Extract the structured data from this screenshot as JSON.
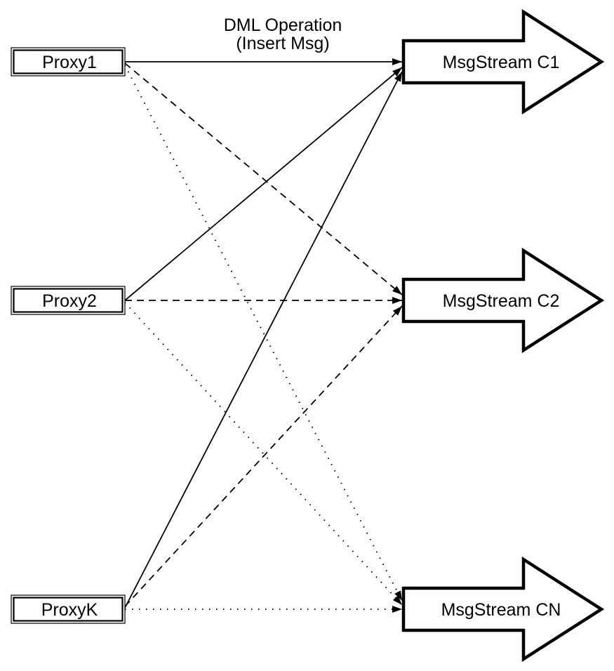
{
  "diagram": {
    "title": {
      "line1": "DML Operation",
      "line2": "(Insert Msg)"
    },
    "proxies": [
      {
        "label": "Proxy1"
      },
      {
        "label": "Proxy2"
      },
      {
        "label": "ProxyK"
      }
    ],
    "streams": [
      {
        "label": "MsgStream C1"
      },
      {
        "label": "MsgStream C2"
      },
      {
        "label": "MsgStream CN"
      }
    ],
    "edges": [
      {
        "from": "Proxy1",
        "to": "MsgStream C1",
        "line_style": "solid"
      },
      {
        "from": "Proxy1",
        "to": "MsgStream C2",
        "line_style": "dashed"
      },
      {
        "from": "Proxy1",
        "to": "MsgStream CN",
        "line_style": "dotted"
      },
      {
        "from": "Proxy2",
        "to": "MsgStream C1",
        "line_style": "solid"
      },
      {
        "from": "Proxy2",
        "to": "MsgStream C2",
        "line_style": "dashed"
      },
      {
        "from": "Proxy2",
        "to": "MsgStream CN",
        "line_style": "dotted"
      },
      {
        "from": "ProxyK",
        "to": "MsgStream C1",
        "line_style": "solid"
      },
      {
        "from": "ProxyK",
        "to": "MsgStream C2",
        "line_style": "dashed"
      },
      {
        "from": "ProxyK",
        "to": "MsgStream CN",
        "line_style": "dotted"
      }
    ],
    "colors": {
      "stroke": "#000000",
      "fill": "#ffffff"
    }
  }
}
